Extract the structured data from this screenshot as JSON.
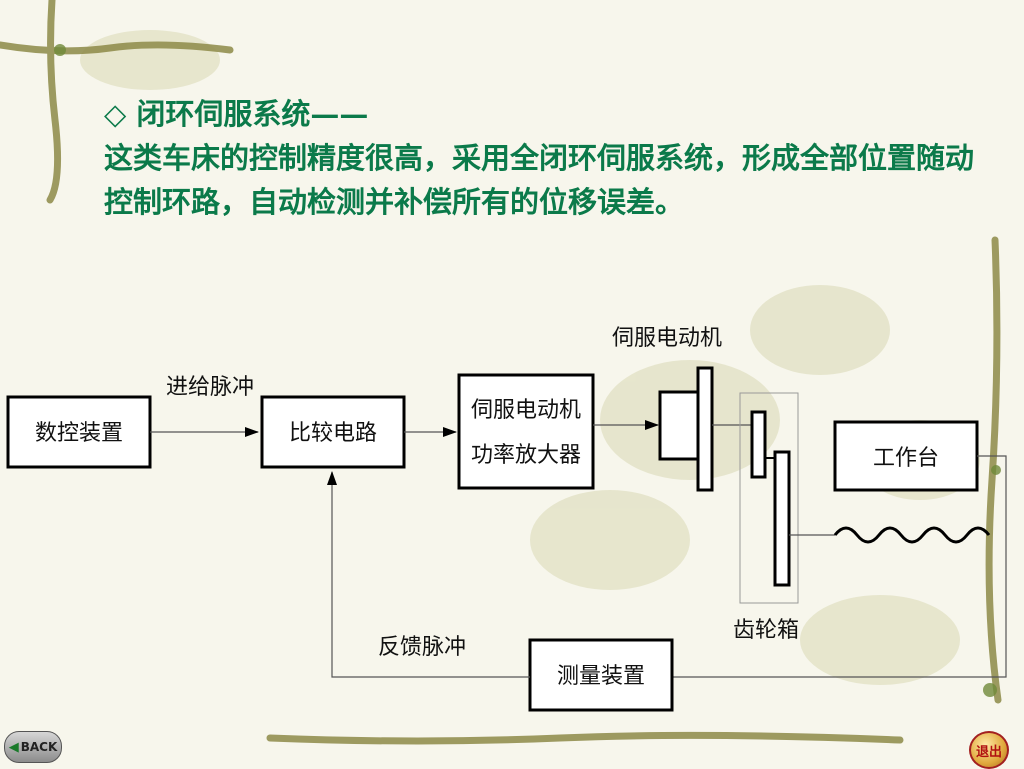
{
  "heading": {
    "line1": "◇ 闭环伺服系统——",
    "body": "这类车床的控制精度很高，采用全闭环伺服系统，形成全部位置随动控制环路，自动检测并补偿所有的位移误差。"
  },
  "diagram": {
    "block_nc": "数控装置",
    "label_feed_pulse": "进给脉冲",
    "block_compare": "比较电路",
    "block_amp_line1": "伺服电动机",
    "block_amp_line2": "功率放大器",
    "label_servo_motor": "伺服电动机",
    "label_gearbox": "齿轮箱",
    "block_table": "工作台",
    "label_feedback_pulse": "反馈脉冲",
    "block_measure": "测量装置"
  },
  "nav": {
    "back_label": "BACK",
    "exit_label": "退出"
  }
}
